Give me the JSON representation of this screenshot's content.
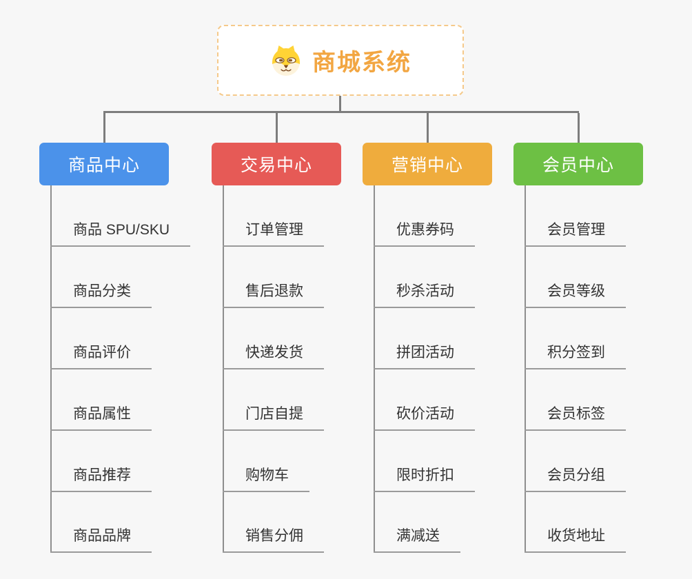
{
  "root": {
    "title": "商城系统",
    "icon": "shiba-dog-icon",
    "accent_color": "#f2a642",
    "border_color": "#f5c98a"
  },
  "connector_color": "#7d7d7d",
  "branches": [
    {
      "label": "商品中心",
      "color": "#4b92ea",
      "children": [
        "商品 SPU/SKU",
        "商品分类",
        "商品评价",
        "商品属性",
        "商品推荐",
        "商品品牌"
      ]
    },
    {
      "label": "交易中心",
      "color": "#e65a56",
      "children": [
        "订单管理",
        "售后退款",
        "快递发货",
        "门店自提",
        "购物车",
        "销售分佣"
      ]
    },
    {
      "label": "营销中心",
      "color": "#efac3d",
      "children": [
        "优惠券码",
        "秒杀活动",
        "拼团活动",
        "砍价活动",
        "限时折扣",
        "满减送"
      ]
    },
    {
      "label": "会员中心",
      "color": "#6dc044",
      "children": [
        "会员管理",
        "会员等级",
        "积分签到",
        "会员标签",
        "会员分组",
        "收货地址"
      ]
    }
  ]
}
